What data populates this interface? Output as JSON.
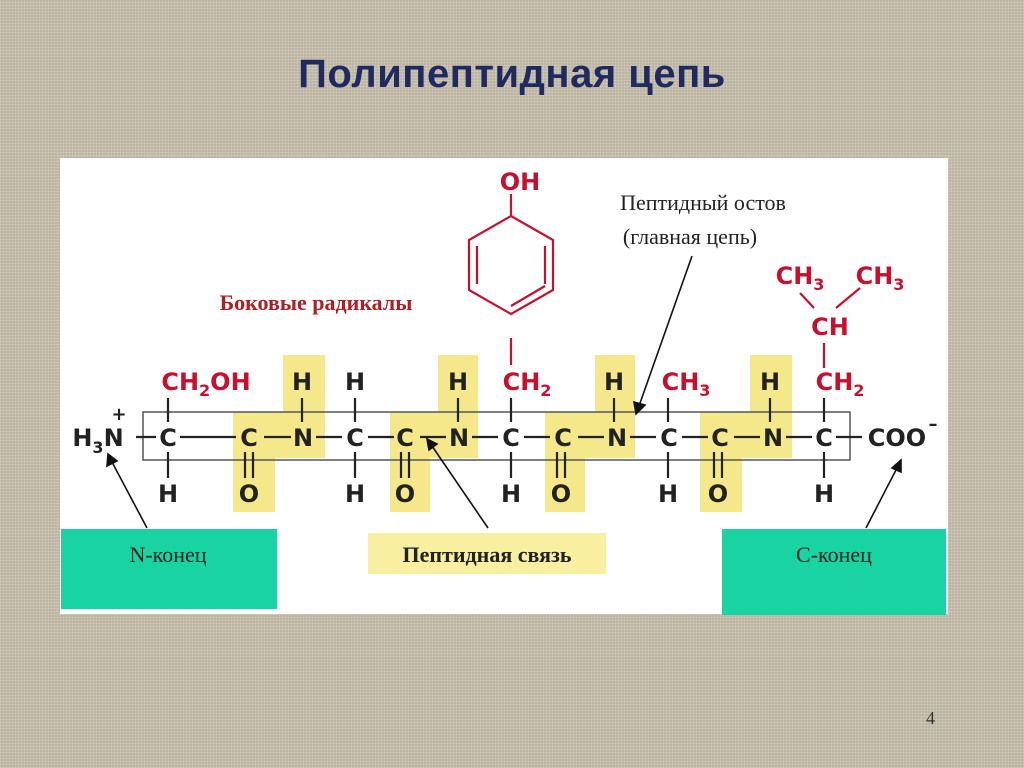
{
  "slide": {
    "title": "Полипептидная цепь",
    "page_number": "4"
  },
  "colors": {
    "title": "#1f2a5e",
    "side_chain": "#c8102e",
    "backbone": "#222222",
    "peptide_highlight": "#f4e88a",
    "terminal_box": "#19d4a2",
    "label_red": "#b01e24"
  },
  "labels": {
    "side_radicals": "Боковые радикалы",
    "backbone_line1": "Пептидный остов",
    "backbone_line2": "(главная цепь)",
    "n_terminus": "N-конец",
    "peptide_bond": "Пептидная связь",
    "c_terminus": "С-конец"
  },
  "chain": {
    "h": "H",
    "c": "C",
    "n": "N",
    "o": "O",
    "n_term_h": "H",
    "n_term_sub": "3",
    "n_term_n": "N",
    "n_term_charge": "+",
    "c_term": "COO",
    "c_term_charge": "–"
  },
  "side_chains": {
    "ser_pre": "CH",
    "ser_sub": "2",
    "ser_post": "OH",
    "tyr_ch": "CH",
    "tyr_sub": "2",
    "tyr_oh": "OH",
    "ala_ch": "CH",
    "ala_sub": "3",
    "leu_ch2": "CH",
    "leu_ch2_sub": "2",
    "leu_ch": "CH",
    "leu_ch3_a": "CH",
    "leu_ch3_a_sub": "3",
    "leu_ch3_b": "CH",
    "leu_ch3_b_sub": "3"
  }
}
